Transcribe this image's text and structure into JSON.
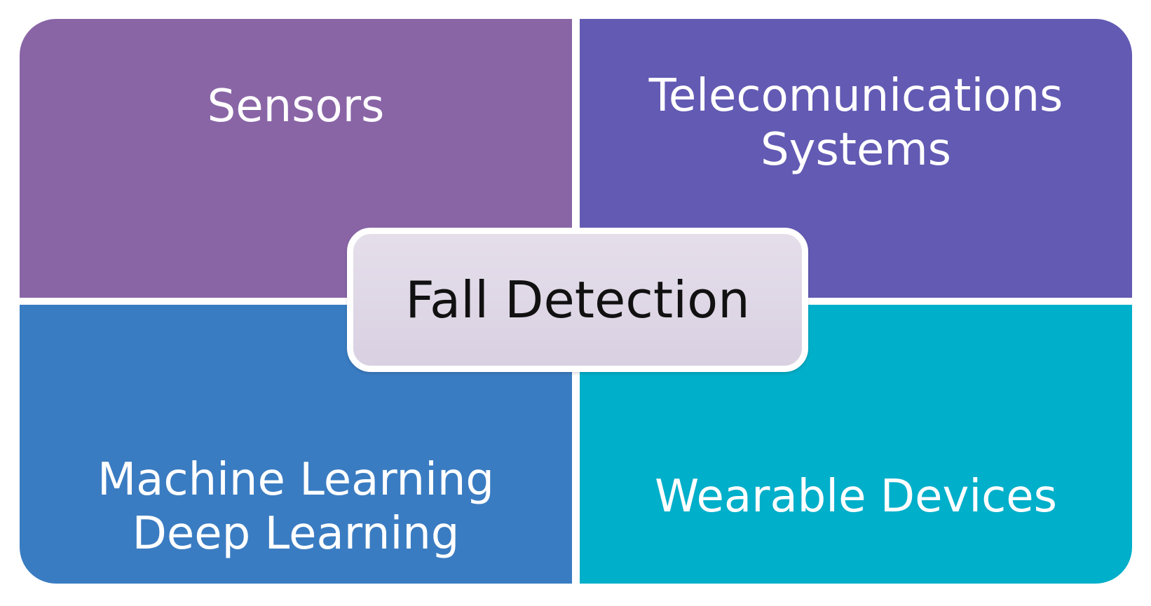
{
  "diagram": {
    "center": {
      "label": "Fall Detection",
      "fill": "#ddd5e5"
    },
    "quadrants": [
      {
        "id": "top-left",
        "label": "Sensors",
        "color": "#8965a6"
      },
      {
        "id": "top-right",
        "label": "Telecomunications\nSystems",
        "color": "#625ab3"
      },
      {
        "id": "bottom-left",
        "label": "Machine Learning\nDeep Learning",
        "color": "#3a7cc2"
      },
      {
        "id": "bottom-right",
        "label": "Wearable Devices",
        "color": "#00afca"
      }
    ]
  }
}
